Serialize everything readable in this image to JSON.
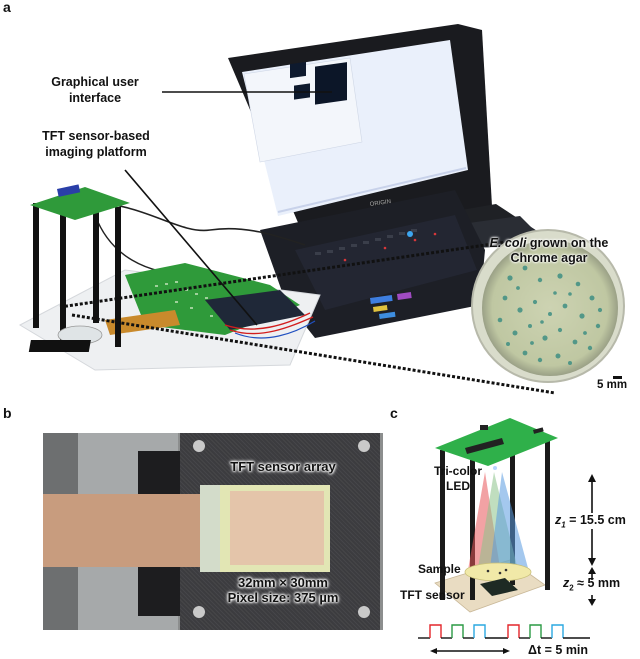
{
  "figure": {
    "panels": [
      {
        "id": "a",
        "label": "a"
      },
      {
        "id": "b",
        "label": "b"
      },
      {
        "id": "c",
        "label": "c"
      }
    ]
  },
  "panel_a": {
    "label": "a",
    "callouts": {
      "gui": [
        "Graphical user",
        "interface"
      ],
      "platform": [
        "TFT sensor-based",
        "imaging platform"
      ]
    },
    "laptop_brand": "ORIGIN",
    "inset": {
      "caption_italic": "E. coli",
      "caption_rest": " grown on the",
      "caption_line2": "Chrome agar",
      "scale_bar": "5 mm"
    },
    "colors": {
      "pcb_green": "#2f9a3a",
      "colony_teal": "#3f8f83",
      "agar": "#c9cfae"
    }
  },
  "panel_b": {
    "label": "b",
    "title": "TFT sensor array",
    "dimensions": "32mm × 30mm",
    "pixel_size": "Pixel size: 375 µm"
  },
  "panel_c": {
    "label": "c",
    "led_label": [
      "Tri-color",
      "LED"
    ],
    "sample_label": "Sample",
    "sensor_label": "TFT sensor",
    "z1_var": "z",
    "z1_sub": "1",
    "z1_value": " = 15.5 cm",
    "z2_var": "z",
    "z2_sub": "2",
    "z2_value": " ≈ 5 mm",
    "dt_label": "Δt = 5 min",
    "pulse_colors": [
      "#e3262b",
      "#2a9a44",
      "#2aa8e0",
      "#e3262b",
      "#2a9a44",
      "#2aa8e0"
    ]
  }
}
